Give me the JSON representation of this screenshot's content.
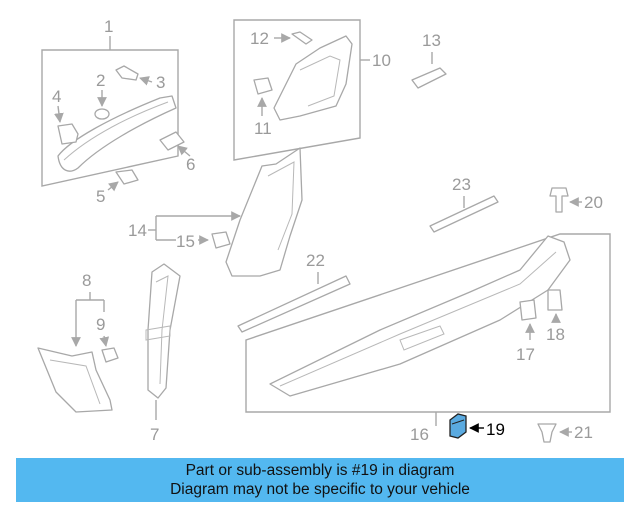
{
  "callouts": {
    "c1": "1",
    "c2": "2",
    "c3": "3",
    "c4": "4",
    "c5": "5",
    "c6": "6",
    "c7": "7",
    "c8": "8",
    "c9": "9",
    "c10": "10",
    "c11": "11",
    "c12": "12",
    "c13": "13",
    "c14": "14",
    "c15": "15",
    "c16": "16",
    "c17": "17",
    "c18": "18",
    "c19": "19",
    "c20": "20",
    "c21": "21",
    "c22": "22",
    "c23": "23"
  },
  "highlighted_part": "19",
  "banner": {
    "line1": "Part or sub-assembly is #19 in diagram",
    "line2": "Diagram may not be specific to your vehicle",
    "color": "#53b8f0"
  }
}
